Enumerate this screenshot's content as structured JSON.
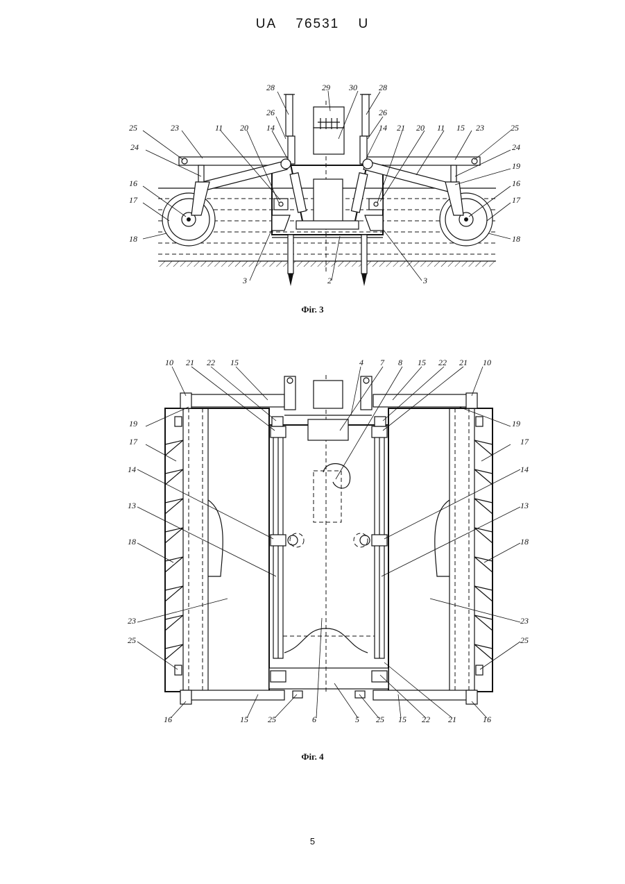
{
  "header": {
    "country": "UA",
    "number": "76531",
    "kind": "U"
  },
  "fig3": {
    "caption": "Фіг. 3",
    "labels": [
      "28",
      "29",
      "30",
      "28",
      "26",
      "26",
      "25",
      "23",
      "11",
      "20",
      "14",
      "14",
      "21",
      "20",
      "11",
      "15",
      "23",
      "25",
      "24",
      "24",
      "19",
      "16",
      "16",
      "17",
      "17",
      "18",
      "18",
      "3",
      "2",
      "3"
    ]
  },
  "fig4": {
    "caption": "Фіг. 4",
    "labels": [
      "10",
      "21",
      "22",
      "15",
      "4",
      "7",
      "8",
      "15",
      "22",
      "21",
      "10",
      "19",
      "19",
      "17",
      "17",
      "14",
      "14",
      "13",
      "13",
      "18",
      "18",
      "23",
      "23",
      "25",
      "25",
      "16",
      "15",
      "25",
      "6",
      "5",
      "25",
      "15",
      "22",
      "21",
      "16"
    ]
  },
  "page_number": "5"
}
